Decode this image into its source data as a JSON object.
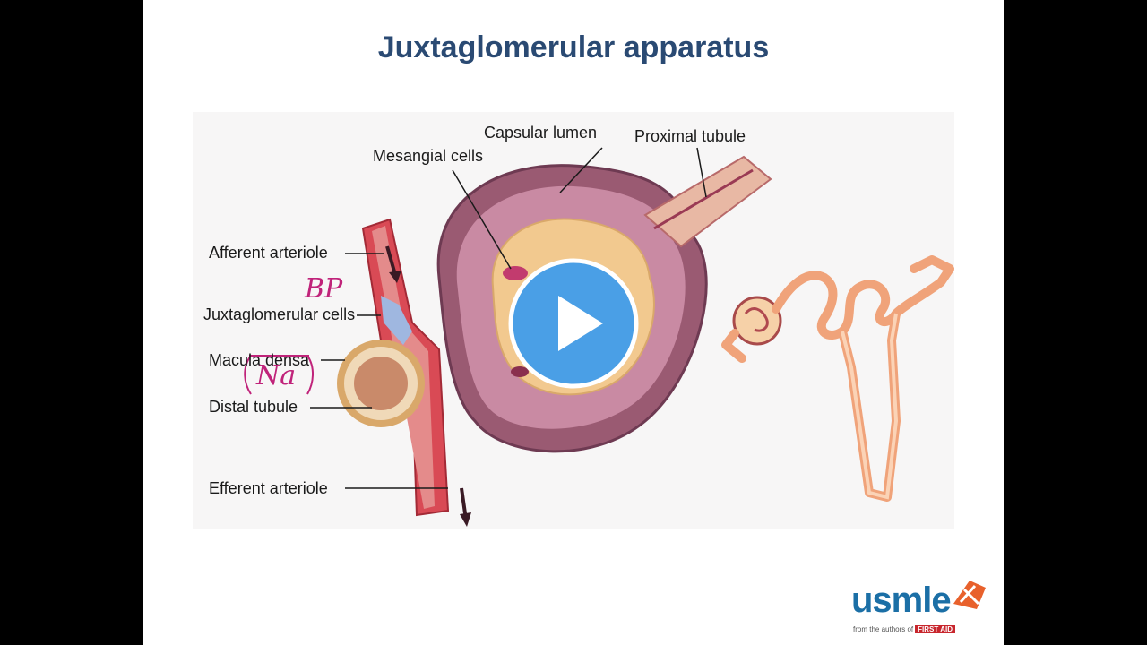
{
  "slide": {
    "title": "Juxtaglomerular apparatus"
  },
  "labels": {
    "capsular_lumen": "Capsular lumen",
    "proximal_tubule": "Proximal tubule",
    "mesangial_cells": "Mesangial cells",
    "afferent_arteriole": "Afferent arteriole",
    "juxtaglomerular_cells": "Juxtaglomerular cells",
    "macula_densa": "Macula densa",
    "distal_tubule": "Distal tubule",
    "efferent_arteriole": "Efferent arteriole"
  },
  "annotations": {
    "bp": "BP",
    "na": "Na"
  },
  "video": {
    "play_icon": "play-icon",
    "accent": "#4a9fe6"
  },
  "brand": {
    "logo_text": "usmle",
    "byline": "from the authors of",
    "byline_brand": "FIRST AID",
    "primary": "#1b6fa6",
    "accent": "#c8262d"
  }
}
